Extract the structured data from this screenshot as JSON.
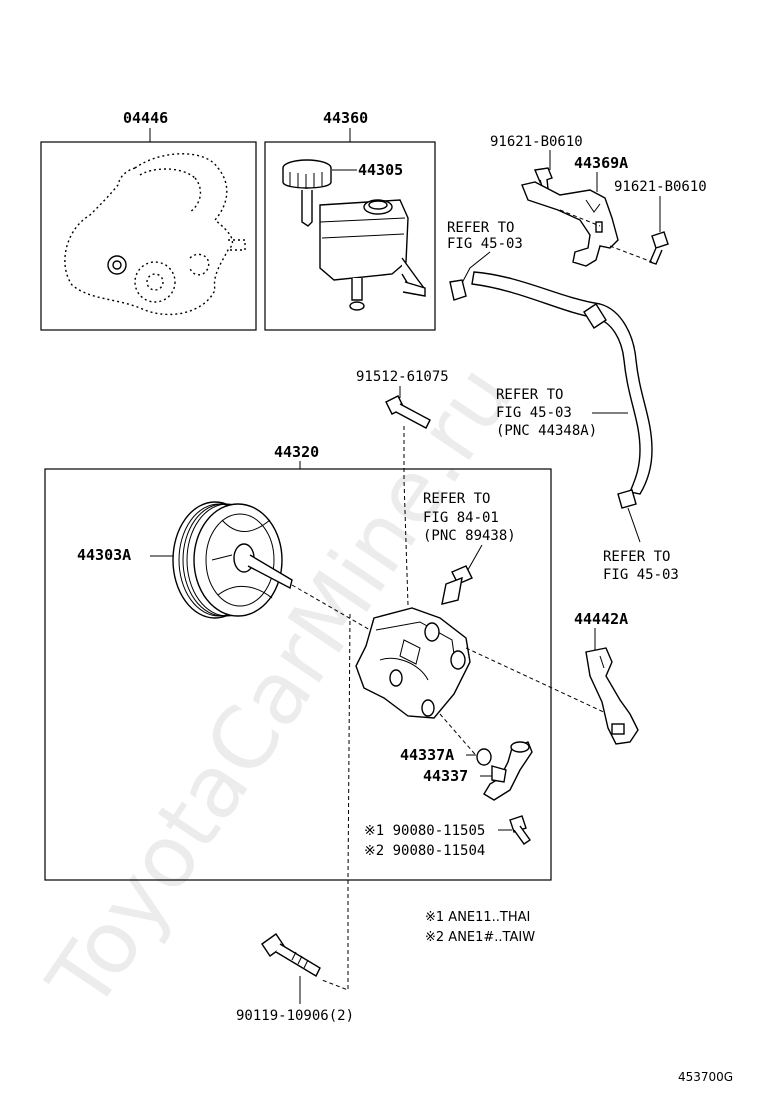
{
  "watermark": "ToyotaCarMine.ru",
  "figure_code": "453700G",
  "parts": {
    "p04446": "04446",
    "p44360": "44360",
    "p44305": "44305",
    "p91621a": "91621-B0610",
    "p44369A": "44369A",
    "p91621b": "91621-B0610",
    "p91512": "91512-61075",
    "p44320": "44320",
    "p44303A": "44303A",
    "p44442A": "44442A",
    "p44337A": "44337A",
    "p44337": "44337",
    "p90080a": "※1 90080-11505",
    "p90080b": "※2 90080-11504",
    "p90119": "90119-10906(2)"
  },
  "refs": {
    "r1_l1": "REFER TO",
    "r1_l2": "FIG 45-03",
    "r2_l1": "REFER TO",
    "r2_l2": "FIG 45-03",
    "r2_l3": "(PNC 44348A)",
    "r3_l1": "REFER TO",
    "r3_l2": "FIG 84-01",
    "r3_l3": "(PNC 89438)",
    "r4_l1": "REFER TO",
    "r4_l2": "FIG 45-03"
  },
  "notes": {
    "n1": "※1 ANE11..THAI",
    "n2": "※2 ANE1#..TAIW"
  }
}
